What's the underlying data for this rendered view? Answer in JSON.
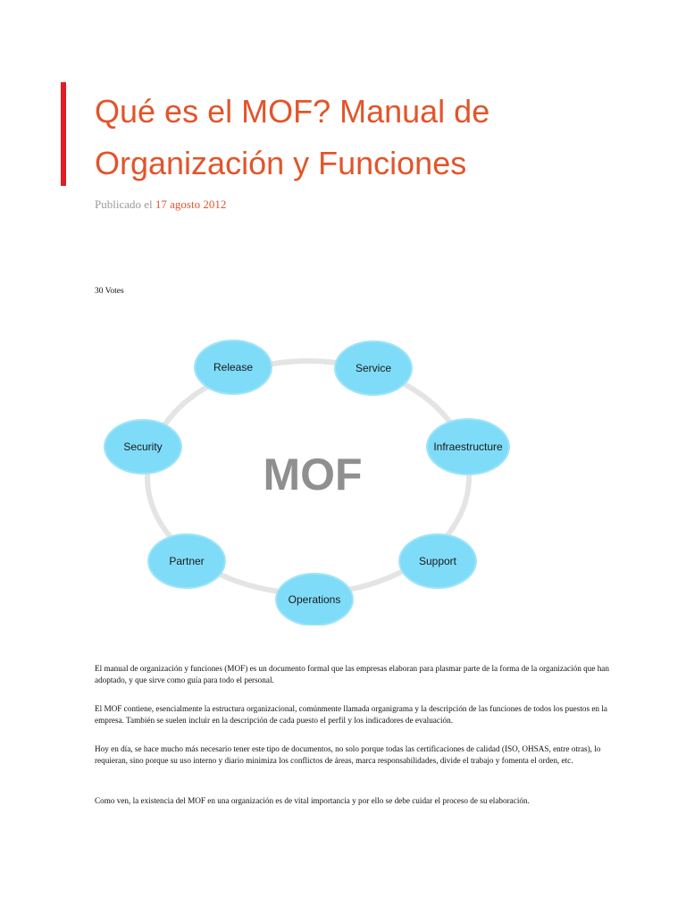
{
  "article": {
    "title": "Qué es el MOF? Manual de Organización y Funciones",
    "published_prefix": "Publicado el",
    "published_date": "17 agosto 2012",
    "votes": "30 Votes",
    "paragraphs": [
      "El manual de organización y funciones (MOF) es un documento formal que las empresas elaboran para plasmar parte de la forma de la organización que han adoptado, y que sirve como guía para todo el personal.",
      "El MOF contiene, esencialmente la estructura organizacional, comúnmente llamada organigrama y la descripción de las funciones de todos los puestos en la empresa. También se suelen incluir en la descripción de cada puesto el perfil y los indicadores de evaluación.",
      "Hoy en día, se hace mucho más necesario tener este tipo de documentos, no solo porque todas las certificaciones de calidad (ISO, OHSAS, entre otras), lo requieran, sino porque su uso interno y diario minimiza los conflictos de áreas, marca responsabilidades, divide el trabajo y fomenta el orden, etc.",
      "Como ven, la existencia del MOF en una organización es de vital importancia y por ello se debe cuidar el proceso de su elaboración."
    ]
  },
  "diagram": {
    "center": "MOF",
    "nodes": [
      "Release",
      "Service",
      "Infraestructure",
      "Support",
      "Operations",
      "Partner",
      "Security"
    ],
    "node_fill": "#7fdcf8",
    "ring_color": "#e4e4e4"
  },
  "colors": {
    "accent_bar": "#e31b23",
    "title": "#e2552a",
    "muted": "#9a9a9a"
  }
}
